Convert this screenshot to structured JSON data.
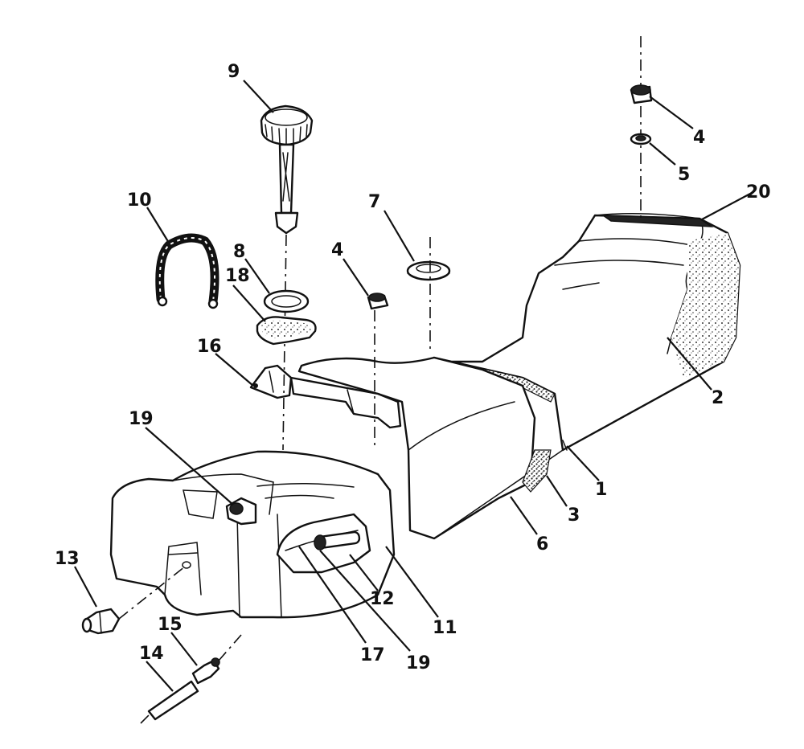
{
  "callouts": {
    "c1": "1",
    "c2": "2",
    "c3": "3",
    "c4a": "4",
    "c4b": "4",
    "c5": "5",
    "c6": "6",
    "c7": "7",
    "c8": "8",
    "c9": "9",
    "c10": "10",
    "c11": "11",
    "c12": "12",
    "c13": "13",
    "c14": "14",
    "c15": "15",
    "c16": "16",
    "c17": "17",
    "c18": "18",
    "c19a": "19",
    "c19b": "19",
    "c20": "20"
  }
}
